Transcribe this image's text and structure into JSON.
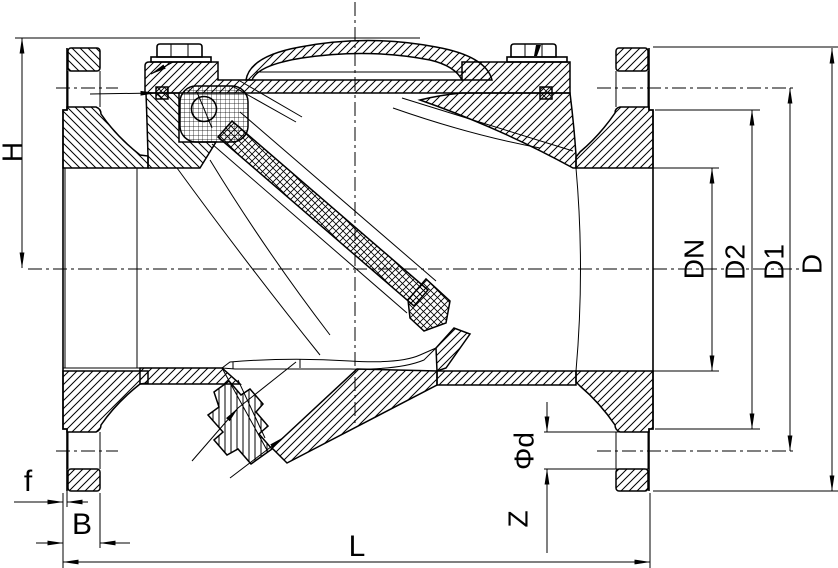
{
  "drawing": {
    "labels": {
      "H": "H",
      "f": "f",
      "B": "B",
      "L": "L",
      "Z": "Z",
      "phi_d": "Φd",
      "DN": "DN",
      "D2": "D2",
      "D1": "D1",
      "D": "D"
    },
    "colors": {
      "line": "#000000",
      "background": "#ffffff"
    }
  }
}
